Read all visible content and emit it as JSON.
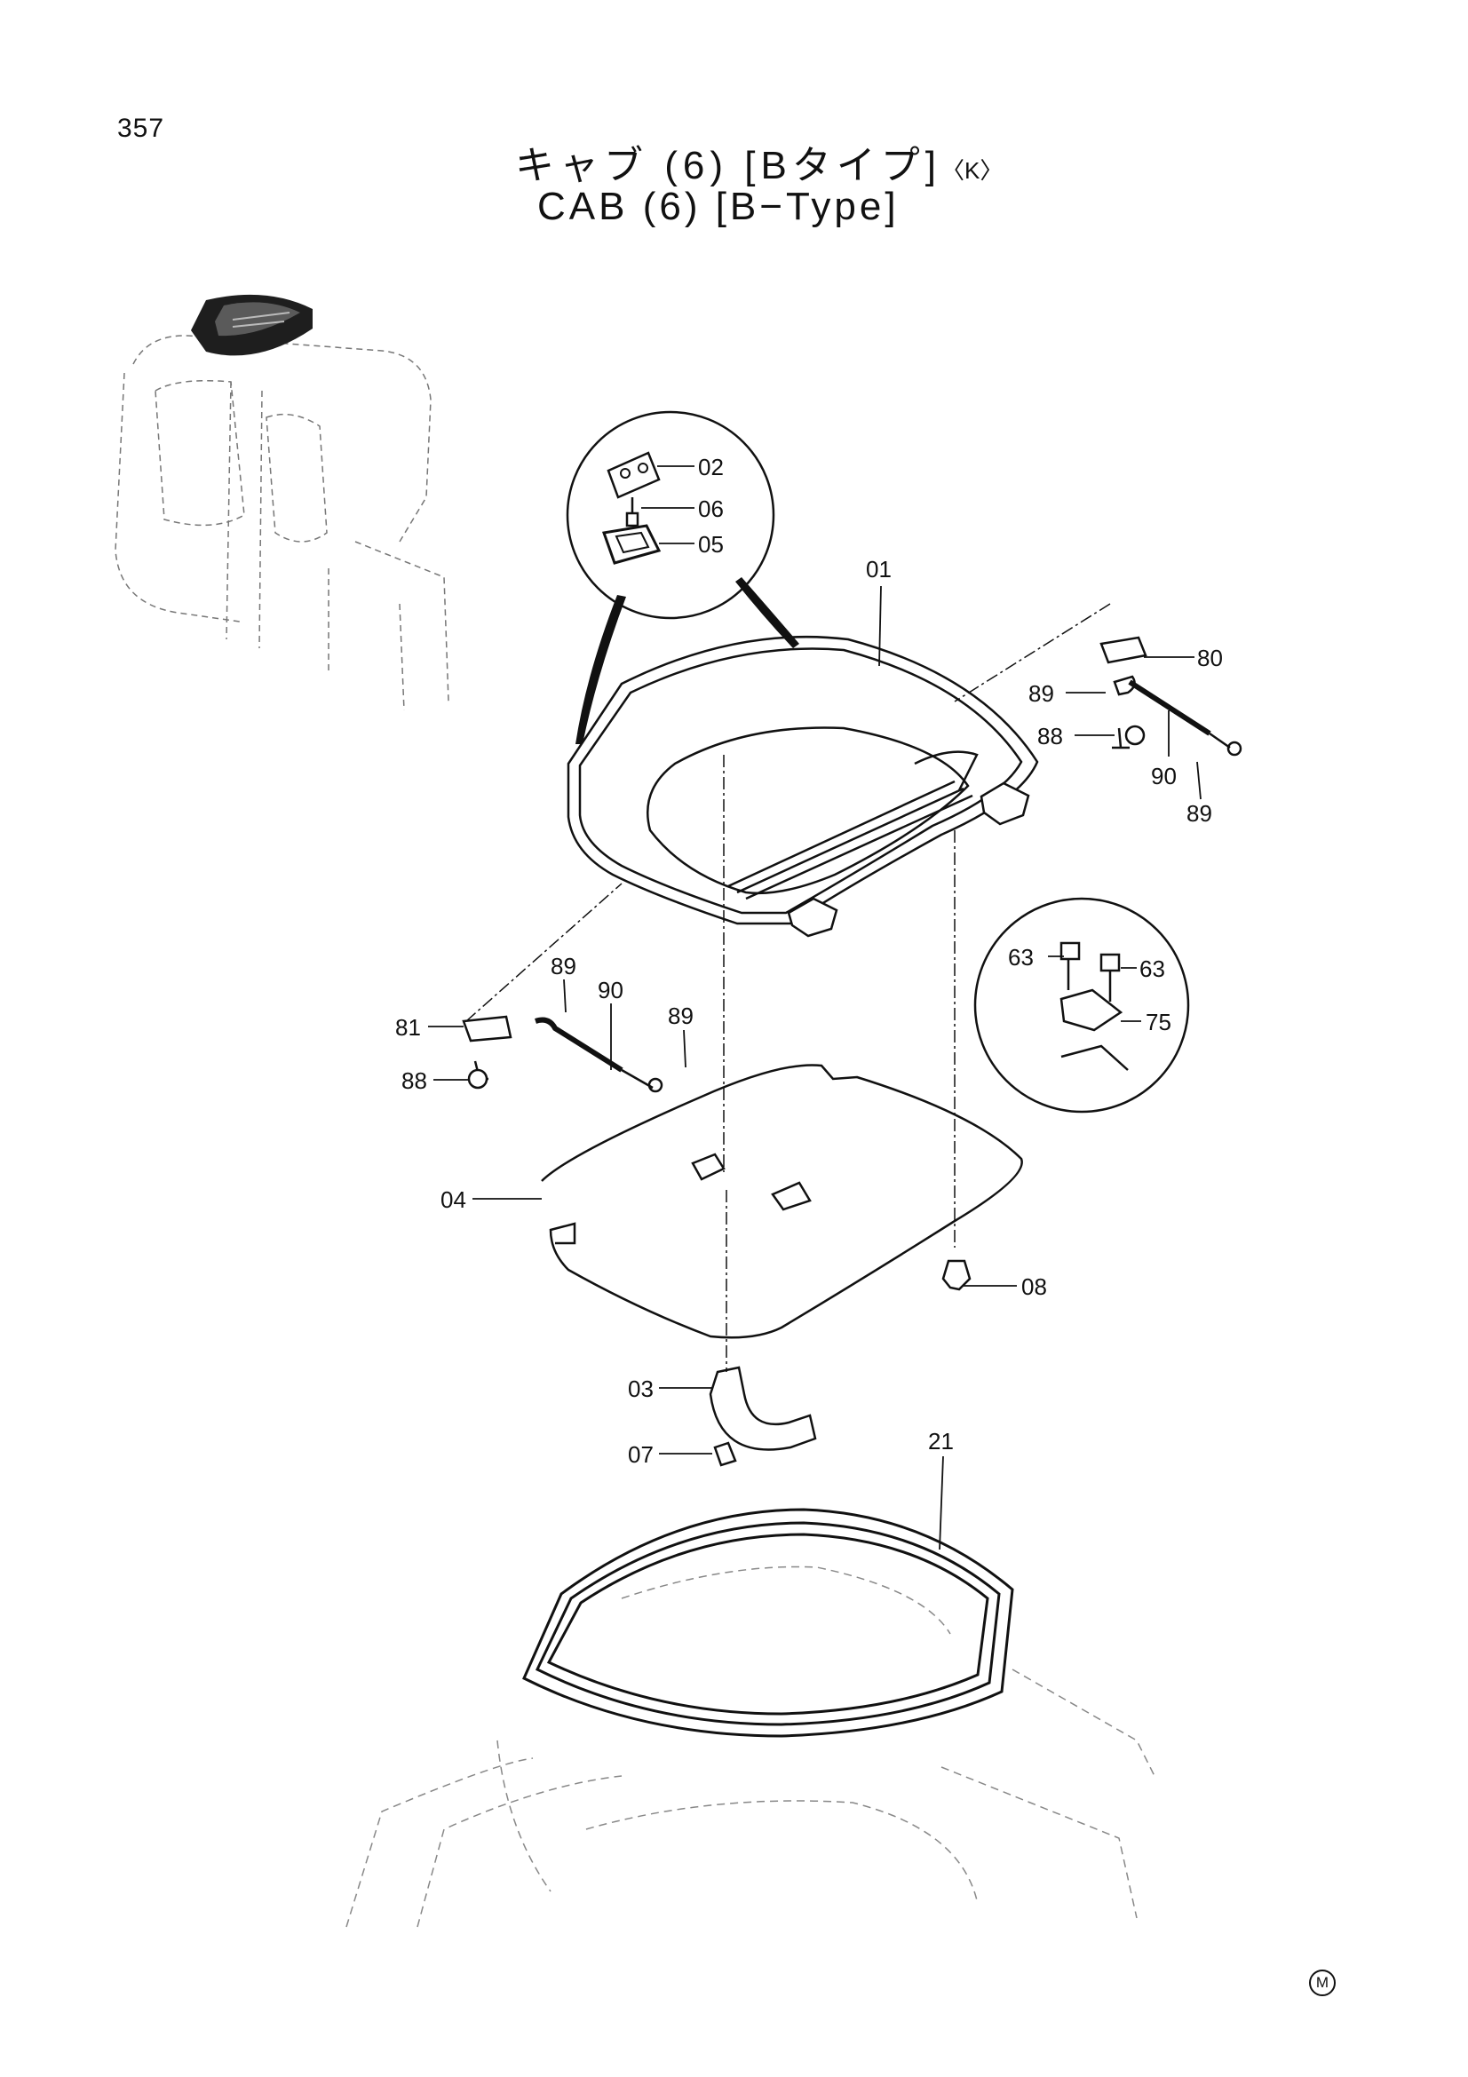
{
  "page": {
    "number": "357",
    "title_jp": "キャブ (6) [Bタイプ]",
    "title_jp_suffix": "〈K〉",
    "title_en": "CAB (6) [B−Type]",
    "corner_mark": "M"
  },
  "callouts": [
    {
      "id": "02",
      "label": "02"
    },
    {
      "id": "06",
      "label": "06"
    },
    {
      "id": "05",
      "label": "05"
    },
    {
      "id": "01",
      "label": "01"
    },
    {
      "id": "80",
      "label": "80"
    },
    {
      "id": "89-a",
      "label": "89"
    },
    {
      "id": "88-a",
      "label": "88"
    },
    {
      "id": "90-a",
      "label": "90"
    },
    {
      "id": "89-b",
      "label": "89"
    },
    {
      "id": "63-a",
      "label": "63"
    },
    {
      "id": "63-b",
      "label": "63"
    },
    {
      "id": "75",
      "label": "75"
    },
    {
      "id": "89-c",
      "label": "89"
    },
    {
      "id": "90-b",
      "label": "90"
    },
    {
      "id": "89-d",
      "label": "89"
    },
    {
      "id": "81",
      "label": "81"
    },
    {
      "id": "88-b",
      "label": "88"
    },
    {
      "id": "04",
      "label": "04"
    },
    {
      "id": "08",
      "label": "08"
    },
    {
      "id": "03",
      "label": "03"
    },
    {
      "id": "07",
      "label": "07"
    },
    {
      "id": "21",
      "label": "21"
    }
  ]
}
